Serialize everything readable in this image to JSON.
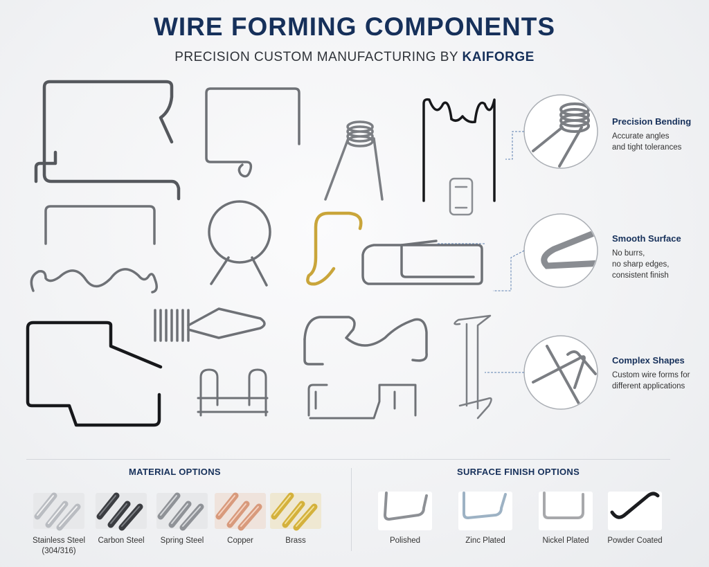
{
  "header": {
    "title": "WIRE FORMING COMPONENTS",
    "subtitle_prefix": "PRECISION CUSTOM MANUFACTURING BY ",
    "subtitle_brand": "KAIFORGE"
  },
  "features": [
    {
      "title": "Precision Bending",
      "desc": "Accurate angles\nand tight tolerances"
    },
    {
      "title": "Smooth Surface",
      "desc": "No burrs,\nno sharp edges,\nconsistent finish"
    },
    {
      "title": "Complex Shapes",
      "desc": "Custom wire forms for\ndifferent applications"
    }
  ],
  "materials": {
    "heading": "MATERIAL OPTIONS",
    "items": [
      {
        "label": "Stainless Steel\n(304/316)",
        "color": "#b9bcc1"
      },
      {
        "label": "Carbon Steel",
        "color": "#3b3d41"
      },
      {
        "label": "Spring Steel",
        "color": "#8f9297"
      },
      {
        "label": "Copper",
        "color": "#d89a7c"
      },
      {
        "label": "Brass",
        "color": "#d4b13c"
      }
    ]
  },
  "finishes": {
    "heading": "SURFACE FINISH OPTIONS",
    "items": [
      {
        "label": "Polished",
        "color": "#8d9095"
      },
      {
        "label": "Zinc Plated",
        "color": "#9db2c4"
      },
      {
        "label": "Nickel Plated",
        "color": "#a7a8ab"
      },
      {
        "label": "Powder Coated",
        "color": "#1b1c1f"
      }
    ]
  }
}
